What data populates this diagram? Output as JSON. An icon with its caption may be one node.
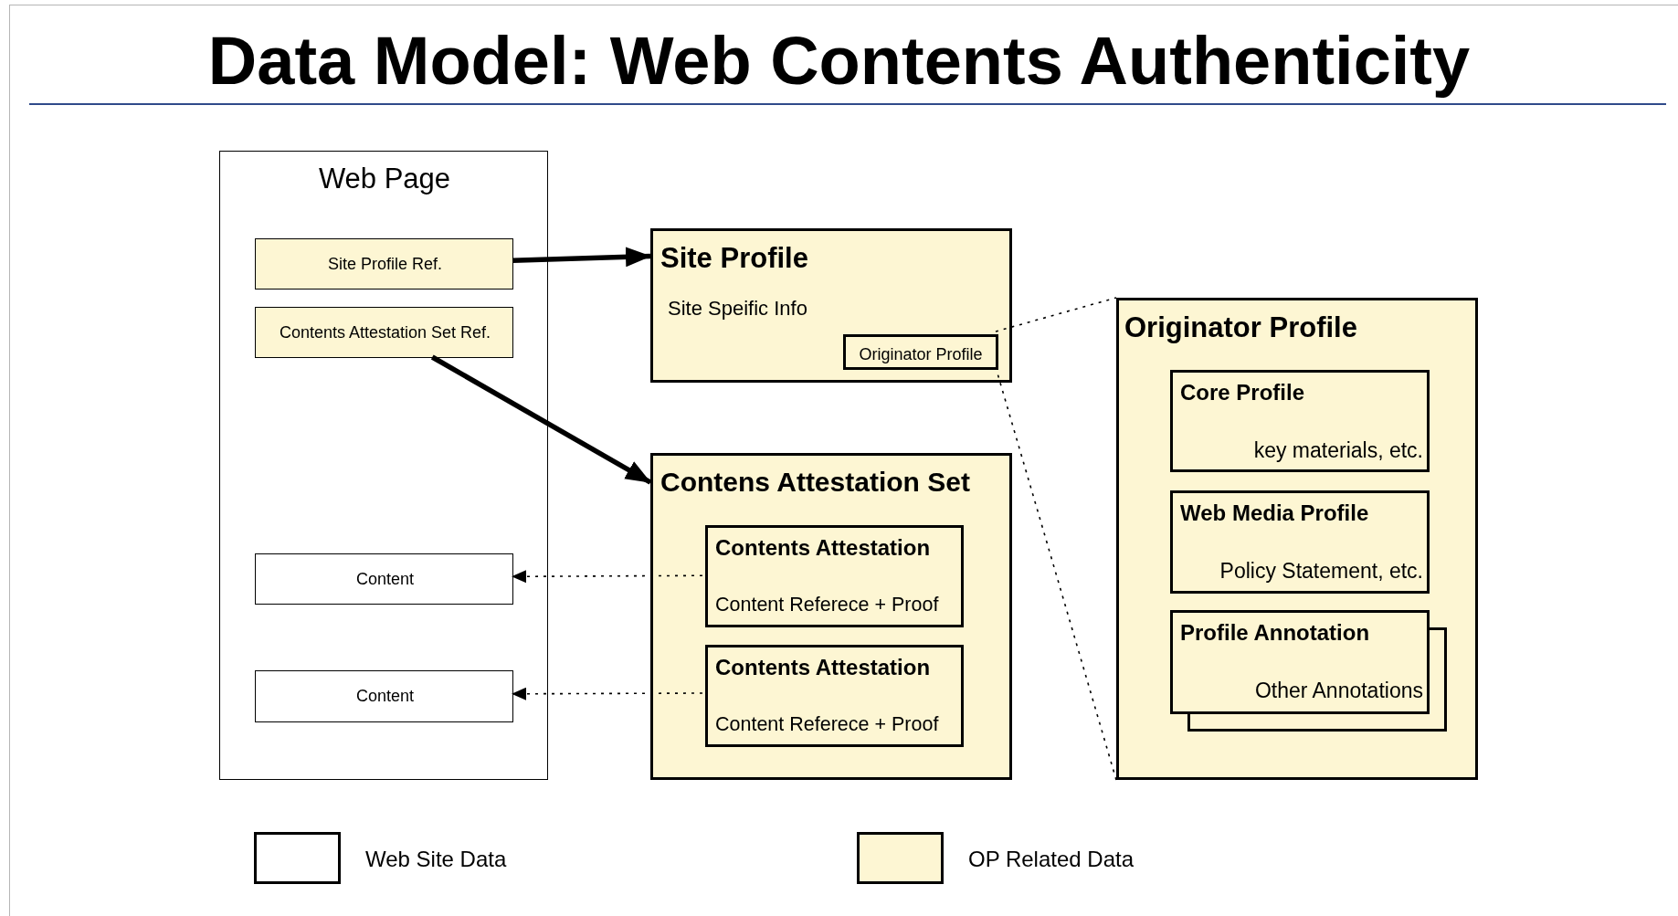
{
  "diagram": {
    "title": "Data Model: Web Contents Authenticity",
    "nodes": [
      {
        "text": [
          "Web Page"
        ]
      },
      {
        "text": [
          "Site Profile Ref."
        ],
        "in": 0
      },
      {
        "text": [
          "Contents Attestation Set Ref."
        ],
        "in": 0
      },
      {
        "text": [
          "Content"
        ],
        "in": 0
      },
      {
        "text": [
          "Content"
        ],
        "in": 0
      },
      {
        "text": [
          "Site Profile",
          "Site Speific Info"
        ]
      },
      {
        "text": [
          "Originator Profile"
        ],
        "in": 5
      },
      {
        "text": [
          "Contens Attestation Set"
        ]
      },
      {
        "text": [
          "Contents Attestation",
          "Content Referece + Proof"
        ],
        "in": 7
      },
      {
        "text": [
          "Contents Attestation",
          "Content Referece + Proof"
        ],
        "in": 7
      },
      {
        "text": [
          "Originator Profile"
        ]
      },
      {
        "text": [
          "Core Profile",
          "key materials, etc."
        ],
        "in": 10
      },
      {
        "text": [
          "Web Media Profile",
          "Policy Statement, etc."
        ],
        "in": 10
      },
      {
        "text": [
          "Profile Annotation",
          "Other Annotations"
        ],
        "in": 10
      }
    ],
    "edges": [
      {
        "from": 1,
        "to": 5,
        "arrow": "to",
        "style": "thick"
      },
      {
        "from": 2,
        "to": 7,
        "arrow": "to",
        "style": "thick"
      },
      {
        "from": 8,
        "to": 3,
        "arrow": "to",
        "style": "dashed"
      },
      {
        "from": 9,
        "to": 4,
        "arrow": "to",
        "style": "dashed"
      },
      {
        "from": 6,
        "to": 10,
        "arrow": "none",
        "style": "dashed"
      },
      {
        "from": 6,
        "to": 10,
        "arrow": "none",
        "style": "dashed"
      }
    ],
    "legend": [
      {
        "text": "Web Site Data",
        "color": "#ffffff"
      },
      {
        "text": "OP Related Data",
        "color": "#fdf6d3"
      }
    ]
  }
}
